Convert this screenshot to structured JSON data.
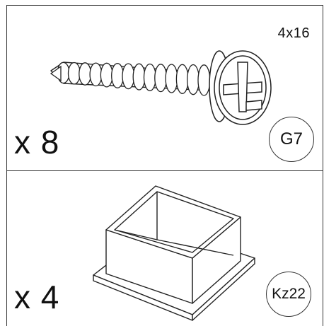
{
  "parts": [
    {
      "quantity": "x 8",
      "size": "4x16",
      "code": "G7",
      "icon": "screw-icon"
    },
    {
      "quantity": "x 4",
      "size": "",
      "code": "Kz22",
      "icon": "square-cap-icon"
    }
  ]
}
